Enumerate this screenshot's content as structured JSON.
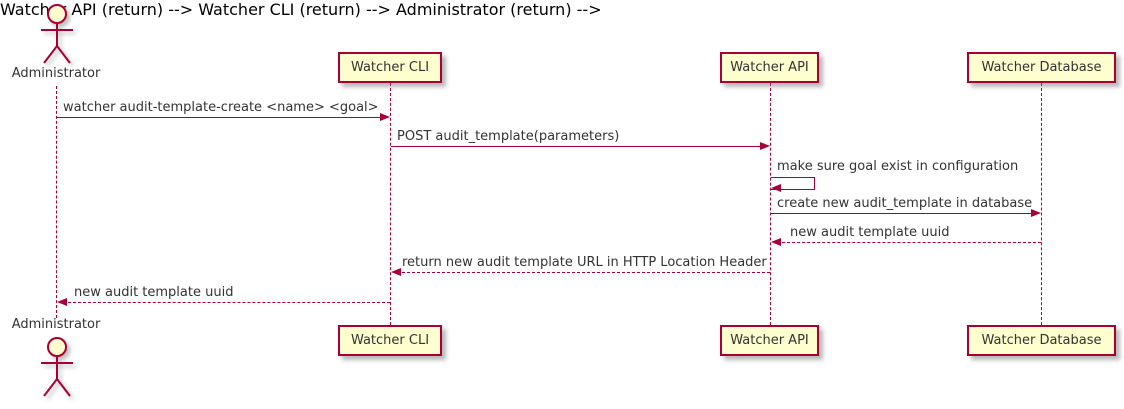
{
  "diagram": {
    "type": "uml-sequence-diagram",
    "colors": {
      "accent": "#A80036",
      "participant_fill": "#FEFECE",
      "text": "#333333",
      "background": "#FFFFFF"
    },
    "actors": [
      {
        "name": "Administrator"
      }
    ],
    "participants": [
      {
        "label": "Watcher CLI"
      },
      {
        "label": "Watcher API"
      },
      {
        "label": "Watcher Database"
      }
    ],
    "messages": [
      {
        "from": "Administrator",
        "to": "Watcher CLI",
        "style": "solid",
        "text": "watcher audit-template-create <name> <goal>"
      },
      {
        "from": "Watcher CLI",
        "to": "Watcher API",
        "style": "solid",
        "text": "POST audit_template(parameters)"
      },
      {
        "from": "Watcher API",
        "to": "Watcher API",
        "style": "self",
        "text": "make sure goal exist in configuration"
      },
      {
        "from": "Watcher API",
        "to": "Watcher Database",
        "style": "solid",
        "text": "create new audit_template in database"
      },
      {
        "from": "Watcher Database",
        "to": "Watcher API",
        "style": "dashed-return",
        "text": "new audit template uuid"
      },
      {
        "from": "Watcher API",
        "to": "Watcher CLI",
        "style": "dashed-return",
        "text": "return new audit template URL in HTTP Location Header"
      },
      {
        "from": "Watcher CLI",
        "to": "Administrator",
        "style": "dashed-return",
        "text": "new audit template uuid"
      }
    ]
  }
}
